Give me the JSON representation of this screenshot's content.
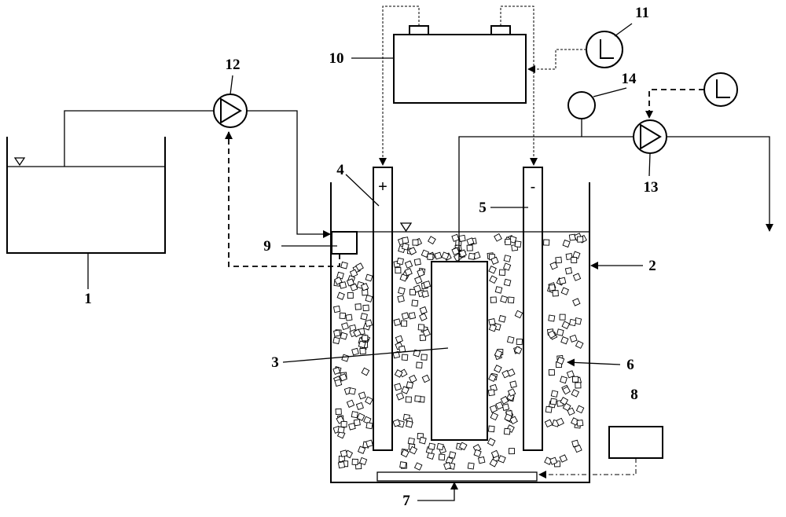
{
  "labels": {
    "l1": "1",
    "l2": "2",
    "l3": "3",
    "l4": "4",
    "l5": "5",
    "l6": "6",
    "l7": "7",
    "l8": "8",
    "l9": "9",
    "l10": "10",
    "l11": "11",
    "l12": "12",
    "l13": "13",
    "l14": "14"
  },
  "electrode_signs": {
    "anode": "+",
    "cathode": "-"
  },
  "colors": {
    "line": "#000000",
    "background": "#ffffff"
  },
  "components": {
    "feed_tank": "tank",
    "reactor": "vessel",
    "pumps": "pump-symbol",
    "timers": "clock-icon",
    "gauge": "pressure-gauge"
  }
}
